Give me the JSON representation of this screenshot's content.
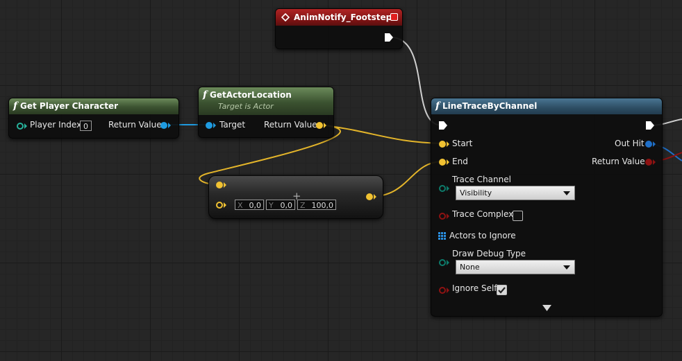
{
  "colors": {
    "object_pin": "#1f9be0",
    "vector_pin": "#f1c232",
    "enum_pin": "#0d7a6a",
    "bool_pin": "#8e1212",
    "struct_pin": "#1f6fc8",
    "wire_vector": "#e4b52a",
    "wire_object": "#1f9be0",
    "wire_exec": "#cfcfcf"
  },
  "nodes": {
    "anim_notify": {
      "title": "AnimNotify_Footstep",
      "icon": "diamond-event-icon",
      "badge_icon": "red-square-icon"
    },
    "get_player_character": {
      "func_icon": "f",
      "title": "Get Player Character",
      "input_label": "Player Index",
      "input_value": "0",
      "output_label": "Return Value"
    },
    "get_actor_location": {
      "func_icon": "f",
      "title": "GetActorLocation",
      "subtitle": "Target is Actor",
      "input_label": "Target",
      "output_label": "Return Value"
    },
    "add_vector": {
      "x_label": "X",
      "x_value": "0,0",
      "y_label": "Y",
      "y_value": "0,0",
      "z_label": "Z",
      "z_value": "100,0",
      "op_symbol": "+"
    },
    "line_trace": {
      "func_icon": "f",
      "title": "LineTraceByChannel",
      "start_label": "Start",
      "end_label": "End",
      "out_hit_label": "Out Hit",
      "return_label": "Return Value",
      "trace_channel_label": "Trace Channel",
      "trace_channel_value": "Visibility",
      "trace_complex_label": "Trace Complex",
      "trace_complex_checked": false,
      "actors_to_ignore_label": "Actors to Ignore",
      "draw_debug_label": "Draw Debug Type",
      "draw_debug_value": "None",
      "ignore_self_label": "Ignore Self",
      "ignore_self_checked": true,
      "expand_icon": "triangle-down-icon"
    }
  }
}
